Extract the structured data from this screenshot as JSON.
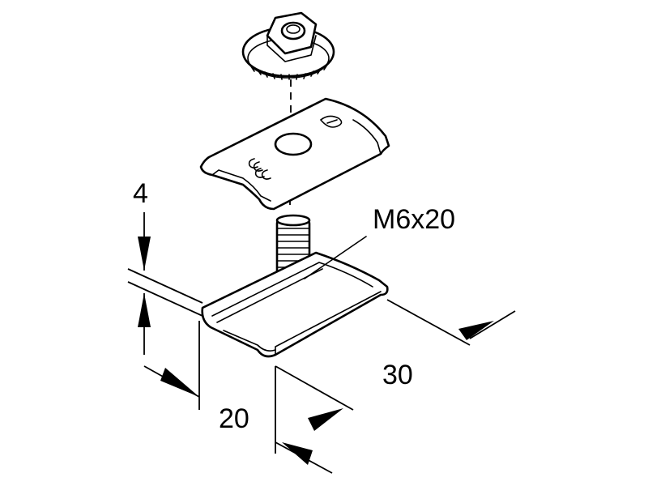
{
  "labels": {
    "dim_thickness": "4",
    "thread_spec": "M6x20",
    "dim_length": "30",
    "dim_width": "20"
  }
}
